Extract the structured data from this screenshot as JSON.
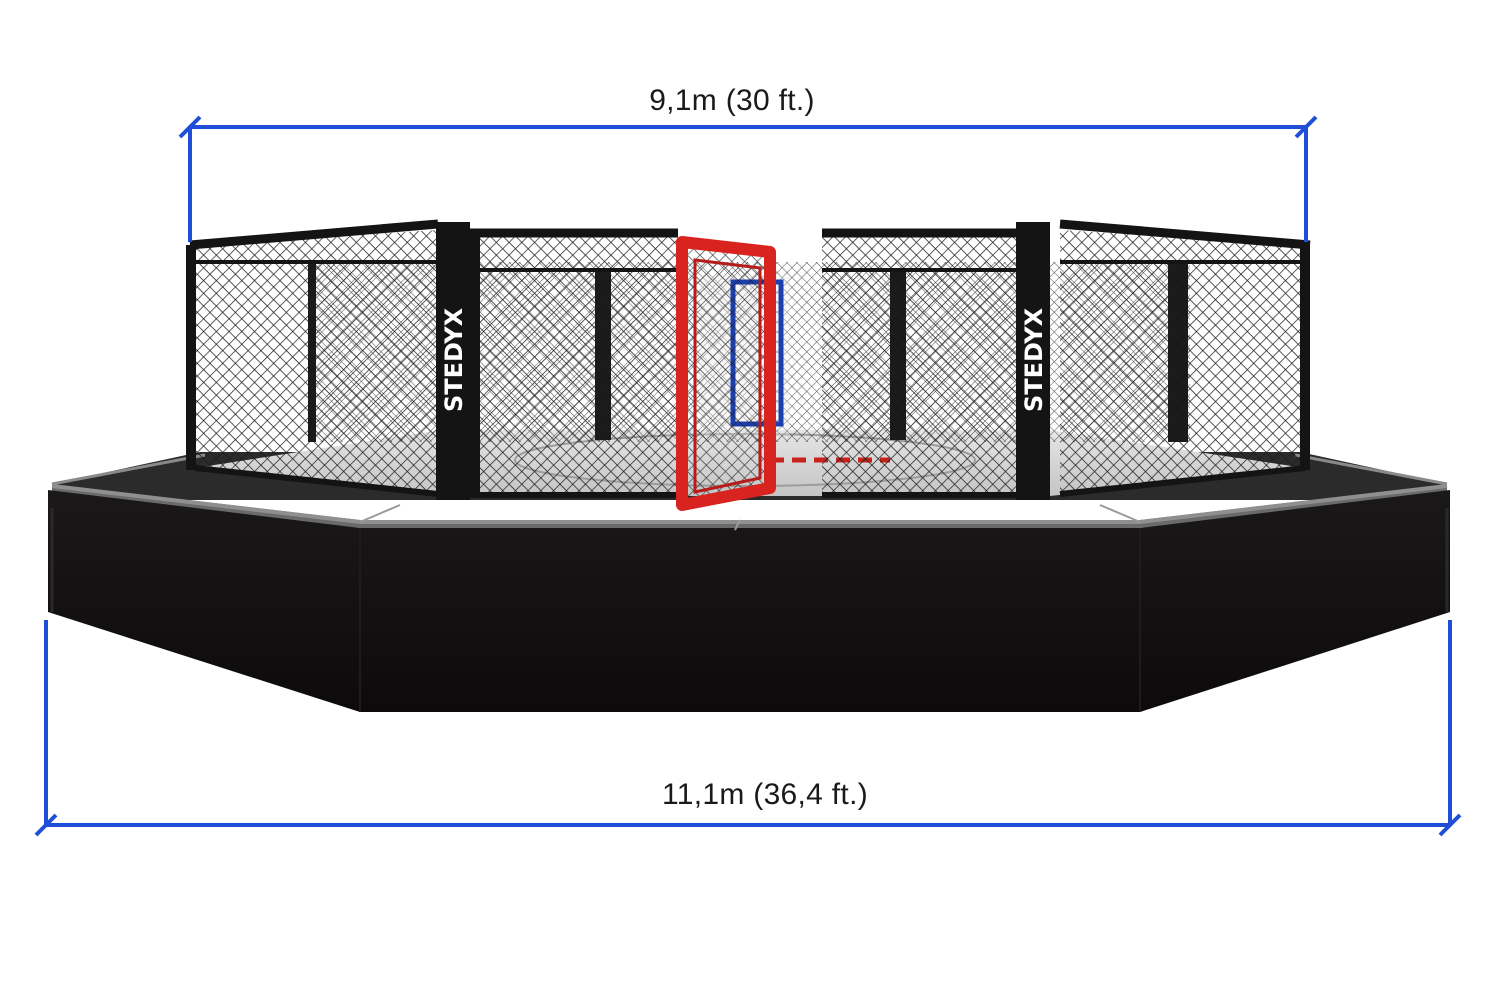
{
  "dimensions": {
    "top": "9,1m (30 ft.)",
    "bottom": "11,1m (36,4 ft.)"
  },
  "brand": "STEDYX",
  "colors": {
    "dimension_line": "#1f4fd6",
    "platform": "#0e0c0d",
    "platform_edge": "#8a8a8a",
    "post": "#141414",
    "mesh": "#2a2a2a",
    "floor": "#cfcfcf",
    "door_front": "#d9231f",
    "door_back": "#1c3fb0",
    "label_text": "#1a1a1a"
  },
  "icons": [
    "cage-illustration"
  ]
}
